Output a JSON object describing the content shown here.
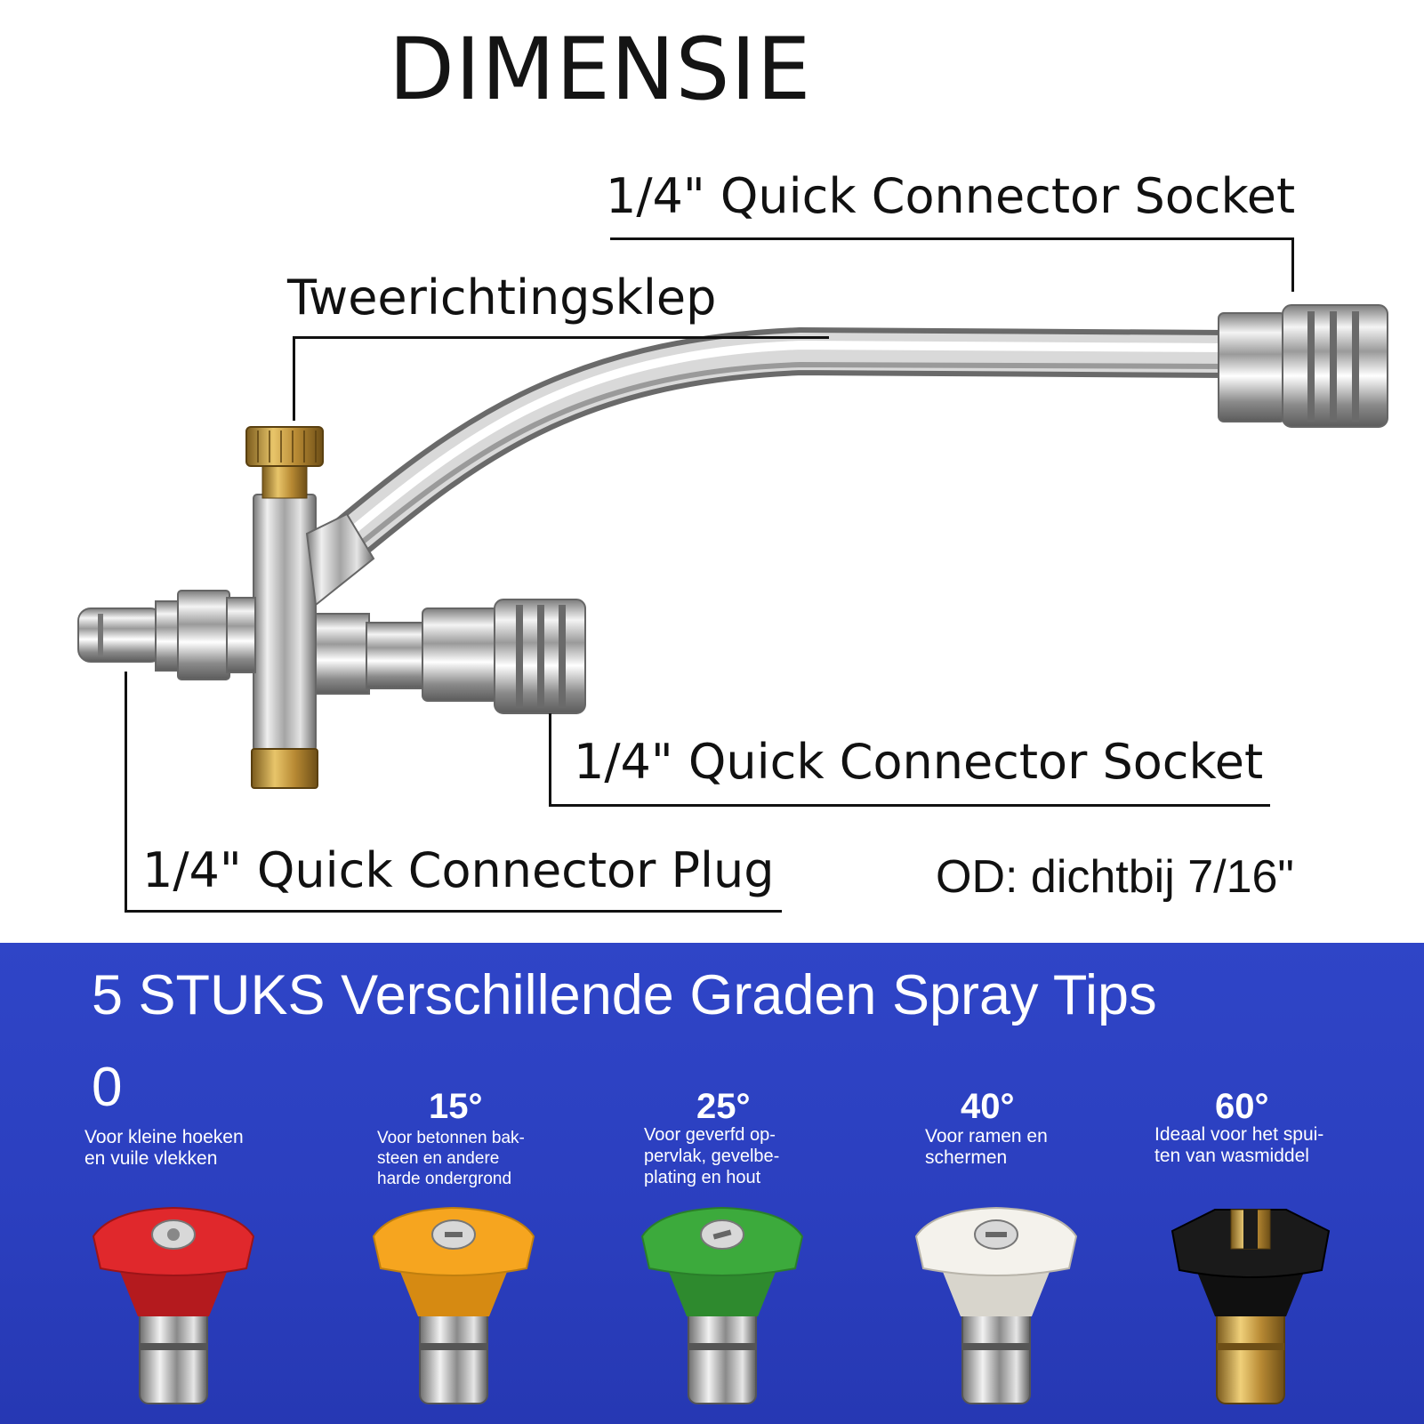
{
  "title": "DIMENSIE",
  "callouts": {
    "socket_top": "1/4\" Quick Connector Socket",
    "valve": "Tweerichtingsklep",
    "socket_bottom": "1/4\" Quick Connector Socket",
    "plug": "1/4\" Quick Connector Plug",
    "od": "OD: dichtbij 7/16\""
  },
  "banner": {
    "title": "5 STUKS Verschillende Graden Spray Tips",
    "background": "#2d42c4"
  },
  "tips": [
    {
      "angle": "0",
      "description": [
        "Voor kleine hoeken",
        "en vuile vlekken"
      ],
      "color": "#e0282c",
      "icon": "red-nozzle-icon"
    },
    {
      "angle": "15°",
      "description": [
        "Voor betonnen bak-",
        "steen en andere",
        "harde ondergrond"
      ],
      "color": "#f6a51f",
      "icon": "yellow-nozzle-icon"
    },
    {
      "angle": "25°",
      "description": [
        "Voor geverfd op-",
        "pervlak, gevelbe-",
        "plating en hout"
      ],
      "color": "#3caa3c",
      "icon": "green-nozzle-icon"
    },
    {
      "angle": "40°",
      "description": [
        "Voor ramen en",
        "schermen"
      ],
      "color": "#f4f2ec",
      "icon": "white-nozzle-icon"
    },
    {
      "angle": "60°",
      "description": [
        "Ideaal voor het spui-",
        "ten van wasmiddel"
      ],
      "color": "#1a1a1a",
      "icon": "black-nozzle-icon"
    }
  ]
}
